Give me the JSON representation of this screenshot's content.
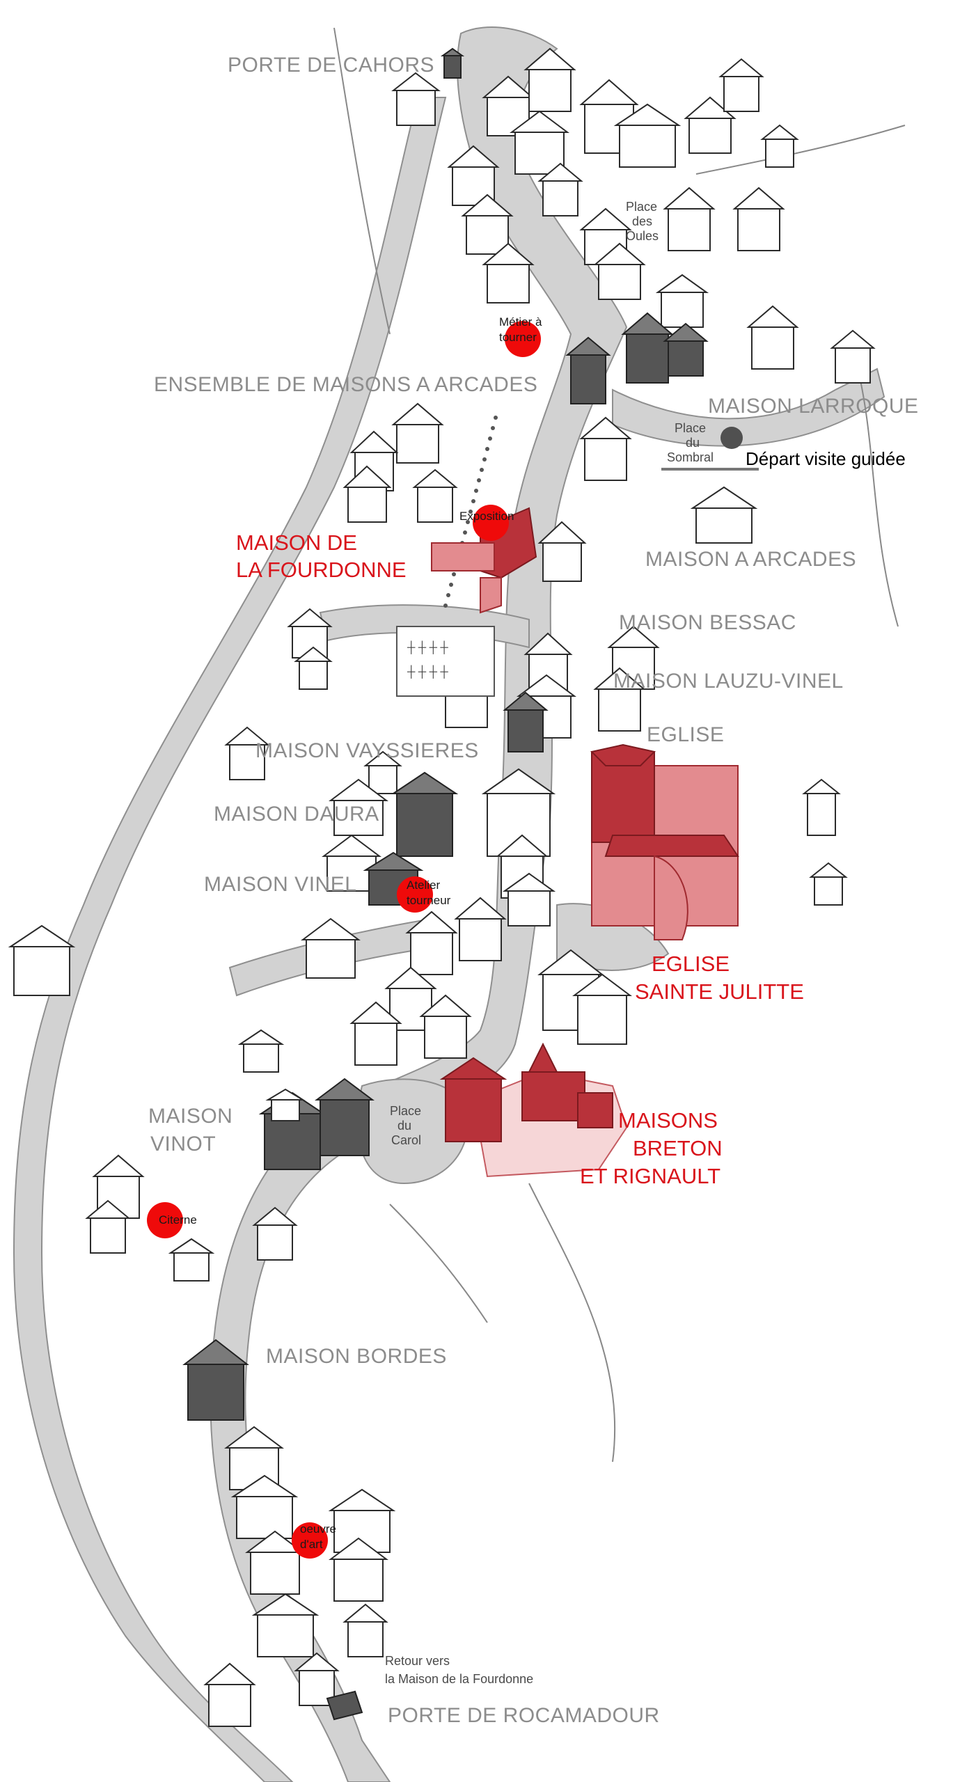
{
  "map": {
    "gray_labels": [
      "PORTE DE CAHORS",
      "ENSEMBLE DE MAISONS A ARCADES",
      "MAISON LARROQUE",
      "MAISON A ARCADES",
      "MAISON BESSAC",
      "MAISON LAUZU-VINEL",
      "EGLISE",
      "MAISON VAYSSIERES",
      "MAISON DAURA",
      "MAISON VINEL",
      "MAISON",
      "VINOT",
      "MAISON BORDES",
      "PORTE DE ROCAMADOUR"
    ],
    "red_labels": {
      "fourdonne": [
        "MAISON DE",
        "LA FOURDONNE"
      ],
      "eglise": [
        "EGLISE",
        "SAINTE JULITTE"
      ],
      "maisons": [
        "MAISONS",
        "BRETON",
        "ET RIGNAULT"
      ]
    },
    "places": {
      "oules": [
        "Place",
        "des",
        "Oules"
      ],
      "sombral": [
        "Place",
        "du",
        "Sombral"
      ],
      "carol": [
        "Place",
        "du",
        "Carol"
      ]
    },
    "start": {
      "label": "Départ visite guidée"
    },
    "return_note": [
      "Retour vers",
      "la Maison de la Fourdonne"
    ],
    "poi": {
      "metier": [
        "Métier à",
        "tourner"
      ],
      "exposition": [
        "Exposition"
      ],
      "atelier": [
        "Atelier",
        "tourneur"
      ],
      "citerne": [
        "Citerne"
      ],
      "oeuvre": [
        "oeuvre",
        "d'art"
      ]
    },
    "colors": {
      "highlight_red": "#d9141b",
      "poi_red": "#ef0a0a",
      "street_gray": "#d2d2d2",
      "label_gray": "#8c8c8c"
    }
  }
}
